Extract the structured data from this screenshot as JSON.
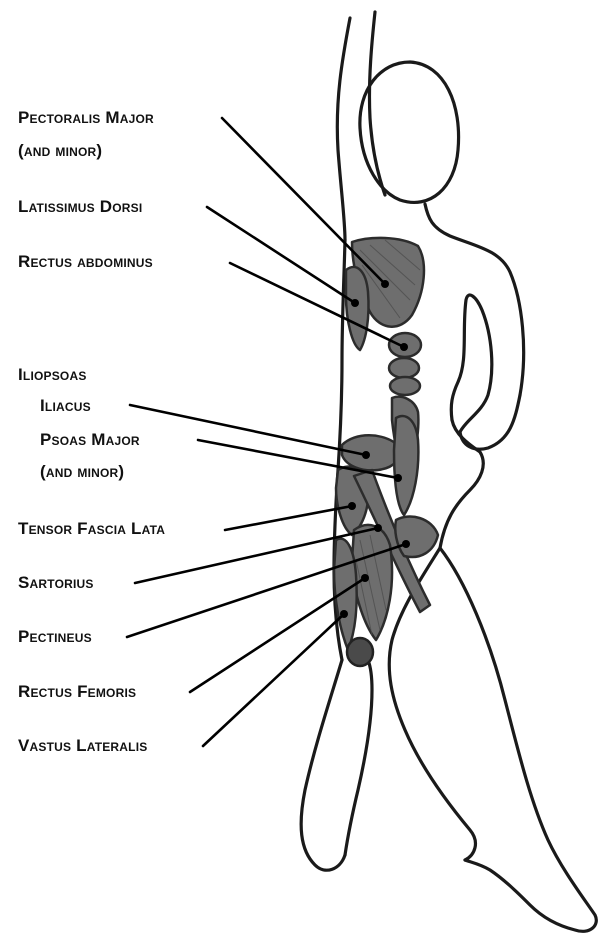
{
  "labels": {
    "pectoralis": "Pectoralis Major",
    "pectoralis_sub": "(and minor)",
    "latissimus": "Latissimus Dorsi",
    "rectus_abdominus": "Rectus abdominus",
    "iliopsoas": "Iliopsoas",
    "iliacus": "Iliacus",
    "psoas": "Psoas Major",
    "psoas_sub": "(and minor)",
    "tensor": "Tensor Fascia Lata",
    "sartorius": "Sartorius",
    "pectineus": "Pectineus",
    "rectus_femoris": "Rectus Femoris",
    "vastus": "Vastus Lateralis"
  },
  "colors": {
    "outline": "#1a1a1a",
    "muscle": "#6e6e6e",
    "leader": "#000000",
    "background": "#ffffff"
  }
}
